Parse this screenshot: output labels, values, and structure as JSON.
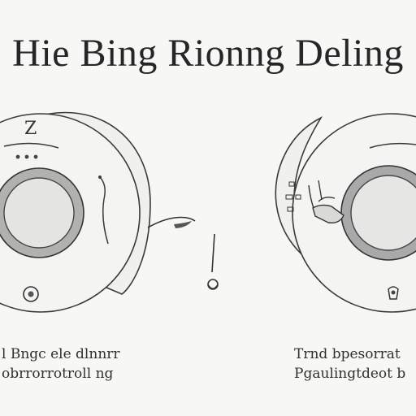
{
  "title": "Hie Bing Rionng Deling",
  "left_panel": {
    "caption_line1": "l Bngc ele dlnnrr",
    "caption_line2": "obrrorrotroll ng"
  },
  "right_panel": {
    "caption_line1": "Trnd bpesorrat",
    "caption_line2": "Pgaulingtdeot b"
  },
  "colors": {
    "background": "#f7f7f5",
    "line": "#3a3a3a",
    "face_fill": "#f4f4f3",
    "ring_fill": "#a9a9a9",
    "inner_fill": "#e6e6e4"
  }
}
